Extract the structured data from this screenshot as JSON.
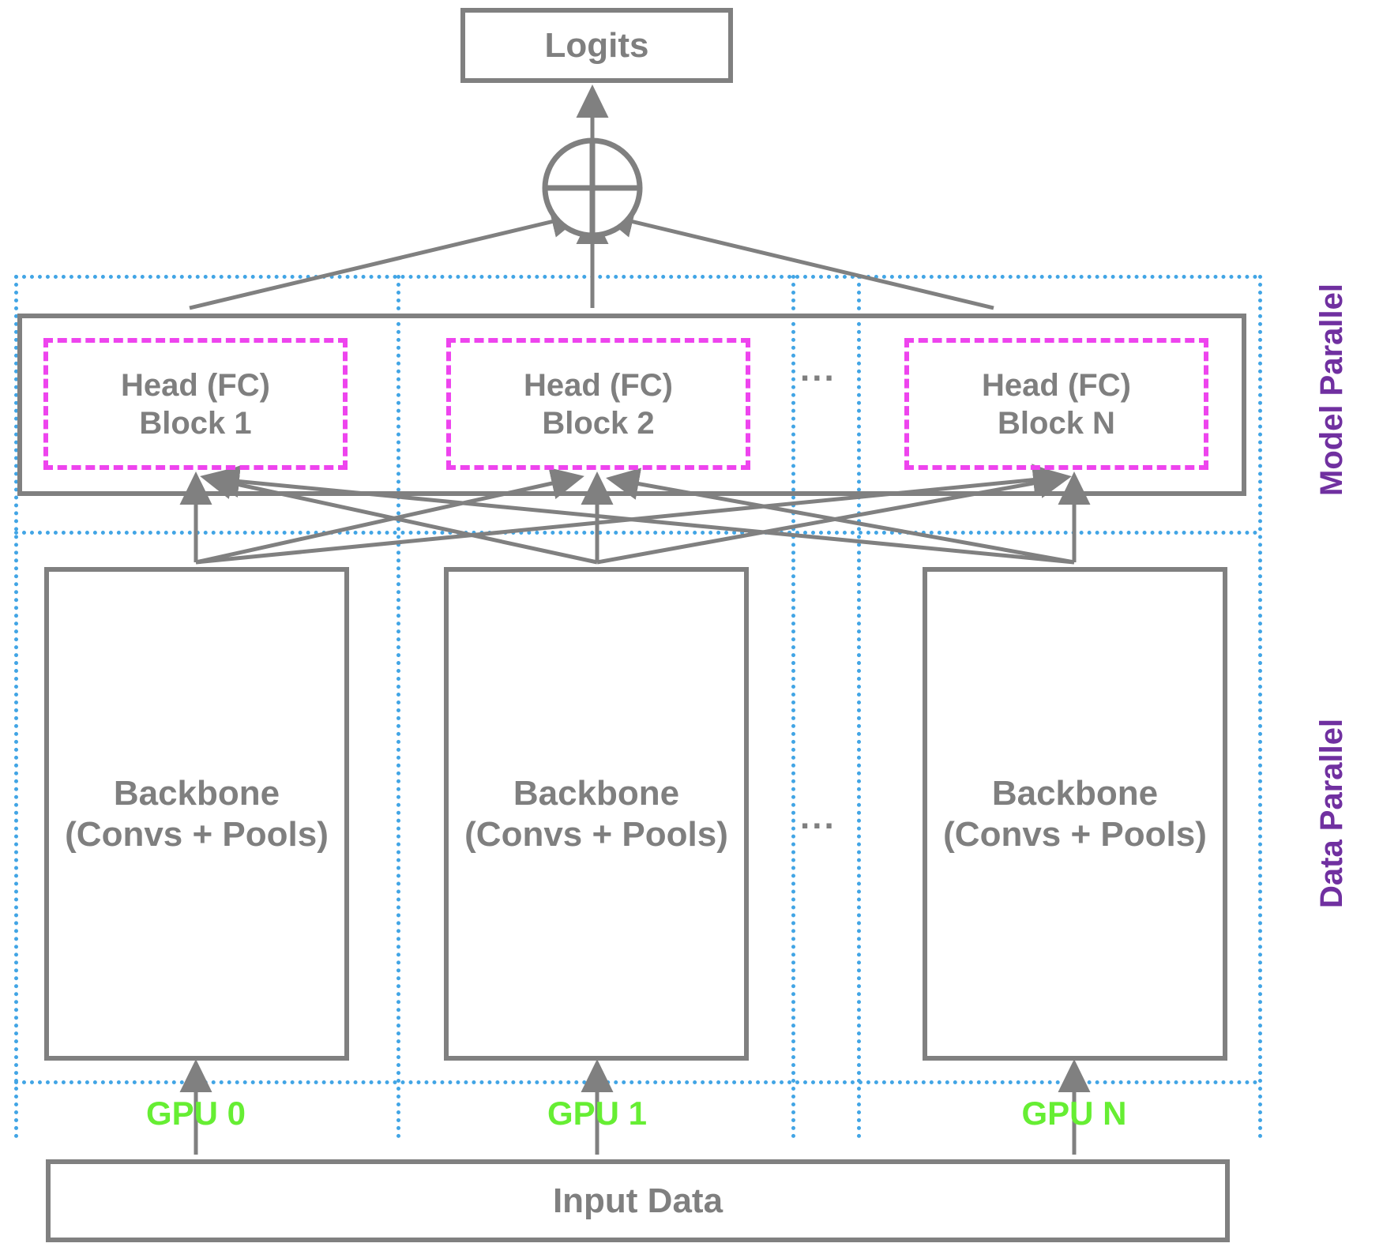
{
  "title": "Data Parallel and Model Parallel training diagram",
  "colors": {
    "box_stroke": "#808080",
    "text_gray": "#7f7f7f",
    "head_dashed": "#ee44ee",
    "region_dotted": "#42a5e5",
    "region_label": "#7030a0",
    "gpu_label": "#66ee33",
    "background": "#ffffff"
  },
  "nodes": {
    "logits": "Logits",
    "sum": "sum-operator",
    "input_data": "Input Data"
  },
  "regions": [
    {
      "label": "Model Parallel"
    },
    {
      "label": "Data Parallel"
    }
  ],
  "heads": [
    {
      "line1": "Head (FC)",
      "line2": "Block 1"
    },
    {
      "line1": "Head (FC)",
      "line2": "Block 2"
    },
    {
      "line1": "Head (FC)",
      "line2": "Block N"
    }
  ],
  "head_ellipsis": "...",
  "backbones": [
    {
      "line1": "Backbone",
      "line2": "(Convs + Pools)"
    },
    {
      "line1": "Backbone",
      "line2": "(Convs + Pools)"
    },
    {
      "line1": "Backbone",
      "line2": "(Convs + Pools)"
    }
  ],
  "backbone_ellipsis": "...",
  "gpus": [
    {
      "label": "GPU 0"
    },
    {
      "label": "GPU 1"
    },
    {
      "label": "GPU N"
    }
  ]
}
